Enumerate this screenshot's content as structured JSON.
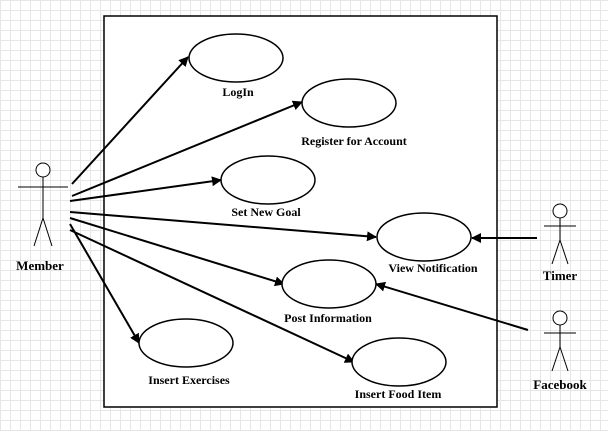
{
  "diagram": {
    "type": "use-case",
    "actors": [
      {
        "id": "member",
        "label": "Member"
      },
      {
        "id": "timer",
        "label": "Timer"
      },
      {
        "id": "facebook",
        "label": "Facebook"
      }
    ],
    "use_cases": [
      {
        "id": "login",
        "label": "LogIn"
      },
      {
        "id": "register",
        "label": "Register for Account"
      },
      {
        "id": "set-goal",
        "label": "Set New Goal"
      },
      {
        "id": "view-notification",
        "label": "View Notification"
      },
      {
        "id": "post-information",
        "label": "Post Information"
      },
      {
        "id": "insert-exercises",
        "label": "Insert Exercises"
      },
      {
        "id": "insert-food-item",
        "label": "Insert Food Item"
      }
    ],
    "associations": [
      {
        "from": "member",
        "to": "login"
      },
      {
        "from": "member",
        "to": "register"
      },
      {
        "from": "member",
        "to": "set-goal"
      },
      {
        "from": "member",
        "to": "view-notification"
      },
      {
        "from": "member",
        "to": "post-information"
      },
      {
        "from": "member",
        "to": "insert-exercises"
      },
      {
        "from": "member",
        "to": "insert-food-item"
      },
      {
        "from": "timer",
        "to": "view-notification"
      },
      {
        "from": "facebook",
        "to": "post-information"
      }
    ]
  }
}
